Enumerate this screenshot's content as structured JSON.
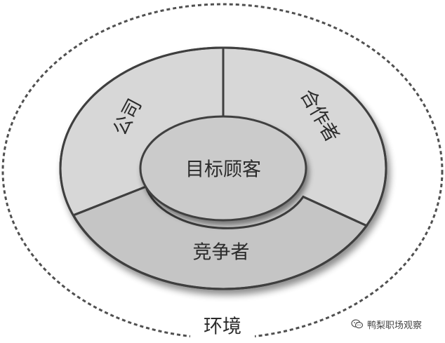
{
  "diagram": {
    "center": "目标顾客",
    "segments": {
      "company": "公司",
      "collaborators": "合作者",
      "competitors": "竞争者"
    },
    "environment": "环境"
  },
  "watermark": {
    "text": "鸭梨职场观察",
    "icon": "wechat-icon"
  },
  "colors": {
    "segment_fill_light": "#d7d7d7",
    "segment_fill_bottom": "#c5c5c5",
    "center_fill": "#cbcbcb",
    "stroke": "#3f3f3f",
    "dashed_border": "#505050"
  }
}
